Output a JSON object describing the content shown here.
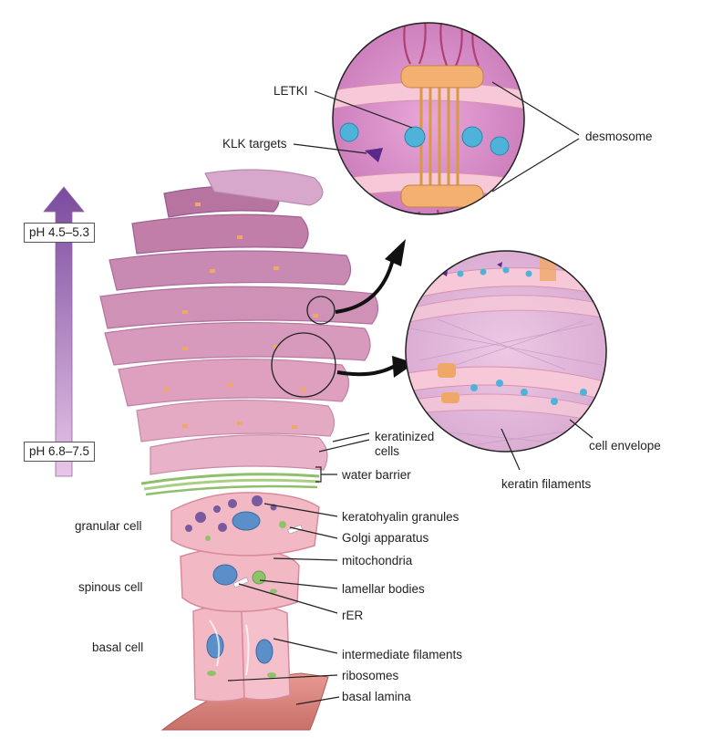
{
  "ph": {
    "top": "pH 4.5–5.3",
    "bottom": "pH 6.8–7.5"
  },
  "labels": {
    "letki": "LETKI",
    "klk_targets": "KLK targets",
    "desmosome": "desmosome",
    "keratinized_cells": "keratinized\ncells",
    "water_barrier": "water barrier",
    "cell_envelope": "cell envelope",
    "keratin_filaments": "keratin filaments",
    "granular_cell": "granular cell",
    "spinous_cell": "spinous cell",
    "basal_cell": "basal cell",
    "keratohyalin_granules": "keratohyalin granules",
    "golgi_apparatus": "Golgi apparatus",
    "mitochondria": "mitochondria",
    "lamellar_bodies": "lamellar bodies",
    "rer": "rER",
    "intermediate_filaments": "intermediate filaments",
    "ribosomes": "ribosomes",
    "basal_lamina": "basal lamina"
  },
  "colors": {
    "corneocyte": "#c98fc4",
    "corneocyte_edge": "#b07aac",
    "cell_body": "#f2b8c4",
    "cell_edge": "#d88a9c",
    "nucleus": "#5b8fc9",
    "mitochondria": "#8fc36b",
    "granule": "#7a5a9e",
    "desmosome": "#f0a868",
    "klk": "#4fb3d9",
    "klk_target": "#5a2a8a",
    "arrow_purple": "#8a5aa8",
    "basal_lamina": "#e0908a"
  }
}
